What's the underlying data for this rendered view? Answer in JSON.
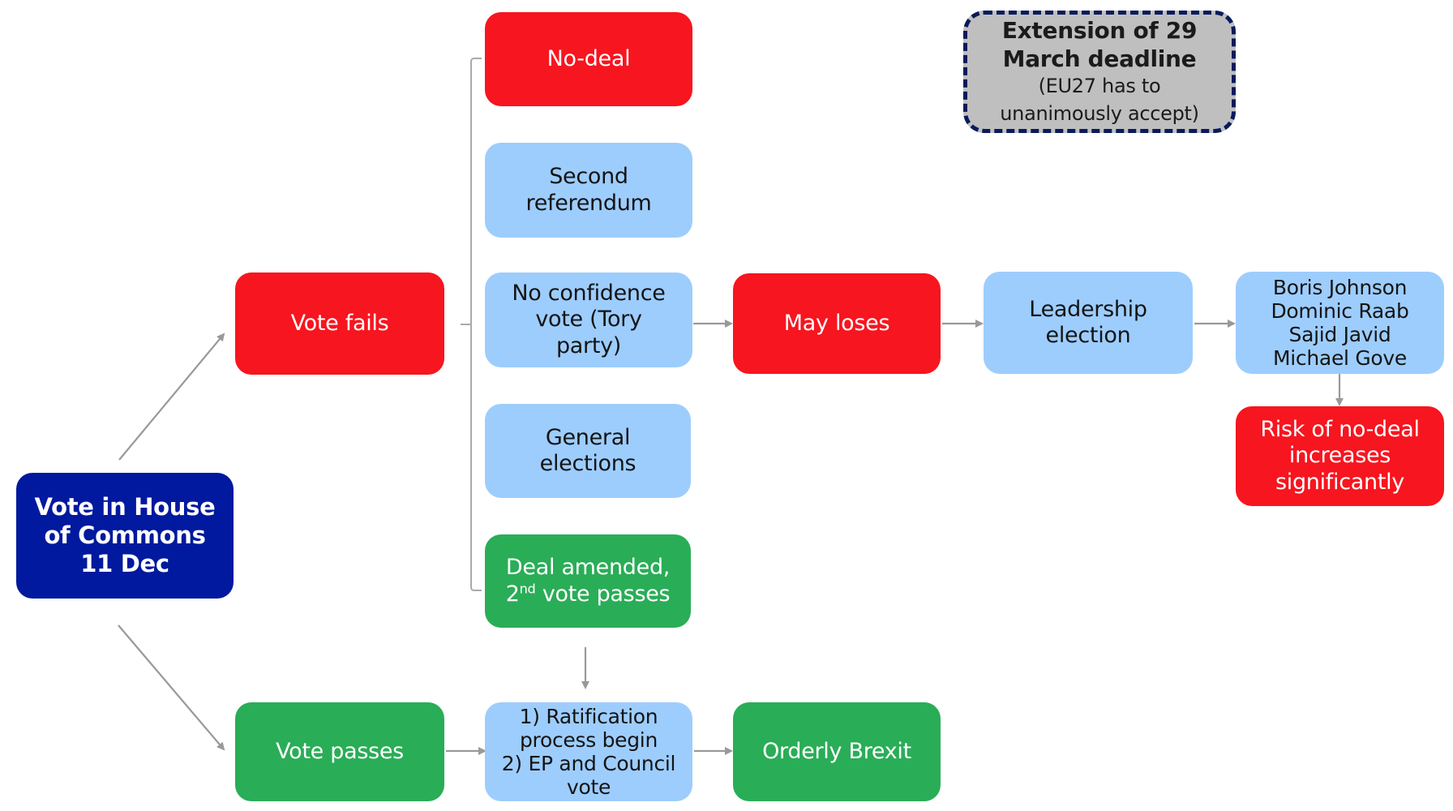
{
  "diagram": {
    "title": "Brexit vote scenarios",
    "colors": {
      "negative": "#f7151f",
      "neutral": "#9dcdfd",
      "positive": "#2aad57",
      "start": "#00199e",
      "note_fill": "#bfbfbf",
      "note_border": "#0a1a5c",
      "connector": "#999999"
    },
    "nodes": {
      "start": {
        "label": "Vote in House\nof Commons\n11 Dec"
      },
      "vote_fails": {
        "label": "Vote fails"
      },
      "vote_passes": {
        "label": "Vote passes"
      },
      "no_deal": {
        "label": "No-deal"
      },
      "second_referendum": {
        "label": "Second\nreferendum"
      },
      "no_confidence": {
        "label": "No confidence\nvote (Tory\nparty)"
      },
      "general_elections": {
        "label": "General\nelections"
      },
      "deal_amended": {
        "line1": "Deal amended,",
        "ordinal_num": "2",
        "ordinal_suffix": "nd",
        "line2_rest": " vote passes"
      },
      "ratification": {
        "label": "1) Ratification\nprocess begin\n2) EP and Council\nvote"
      },
      "orderly_brexit": {
        "label": "Orderly Brexit"
      },
      "may_loses": {
        "label": "May loses"
      },
      "leadership_election": {
        "label": "Leadership\nelection"
      },
      "candidates": {
        "label": "Boris Johnson\nDominic Raab\nSajid Javid\nMichael Gove"
      },
      "risk_no_deal": {
        "label": "Risk of no-deal\nincreases\nsignificantly"
      },
      "extension": {
        "title": "Extension of 29\nMarch deadline",
        "subtitle": "(EU27 has to\nunanimously accept)"
      }
    },
    "edges": [
      {
        "from": "start",
        "to": "vote_fails"
      },
      {
        "from": "start",
        "to": "vote_passes"
      },
      {
        "from": "vote_fails",
        "to": "options_bracket"
      },
      {
        "from": "no_confidence",
        "to": "may_loses"
      },
      {
        "from": "may_loses",
        "to": "leadership_election"
      },
      {
        "from": "leadership_election",
        "to": "candidates"
      },
      {
        "from": "candidates",
        "to": "risk_no_deal"
      },
      {
        "from": "deal_amended",
        "to": "ratification"
      },
      {
        "from": "vote_passes",
        "to": "ratification"
      },
      {
        "from": "ratification",
        "to": "orderly_brexit"
      }
    ]
  }
}
